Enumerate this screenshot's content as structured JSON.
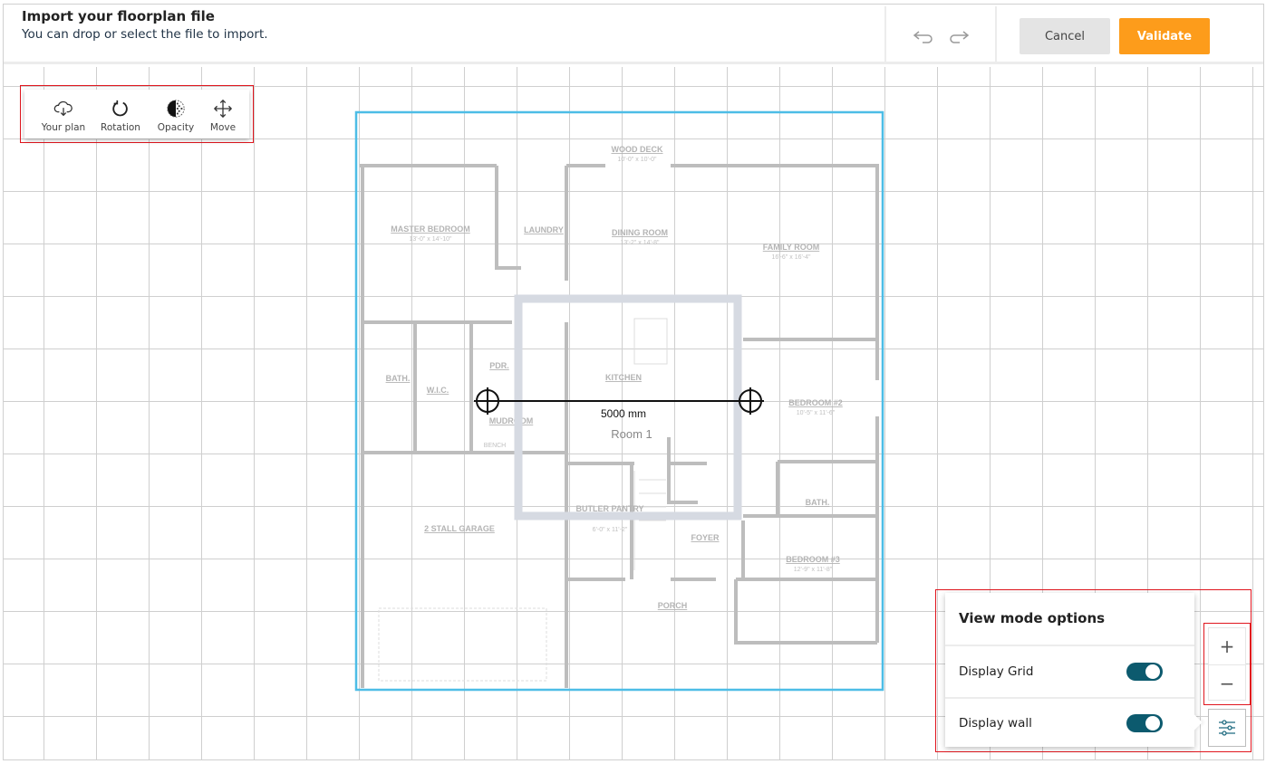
{
  "header": {
    "title": "Import your floorplan file",
    "subtitle": "You can drop or select the file to import.",
    "undo_icon": "undo-icon",
    "redo_icon": "redo-icon",
    "cancel_label": "Cancel",
    "validate_label": "Validate"
  },
  "toolbar": {
    "items": [
      {
        "label": "Your plan",
        "icon": "cloud-upload-icon"
      },
      {
        "label": "Rotation",
        "icon": "rotate-icon"
      },
      {
        "label": "Opacity",
        "icon": "opacity-icon"
      },
      {
        "label": "Move",
        "icon": "move-icon"
      }
    ]
  },
  "plan": {
    "rooms": [
      {
        "name": "WOOD DECK",
        "dim": "10'-0\" x 10'-0\""
      },
      {
        "name": "MASTER BEDROOM",
        "dim": "13'-0\" x 14'-10\""
      },
      {
        "name": "LAUNDRY",
        "dim": ""
      },
      {
        "name": "DINING ROOM",
        "dim": "13'-2\" x 14'-8\""
      },
      {
        "name": "FAMILY ROOM",
        "dim": "16'-6\" x 16'-4\""
      },
      {
        "name": "PDR.",
        "dim": ""
      },
      {
        "name": "BATH.",
        "dim": ""
      },
      {
        "name": "W.I.C.",
        "dim": ""
      },
      {
        "name": "MUDROOM",
        "dim": ""
      },
      {
        "name": "BENCH",
        "dim": ""
      },
      {
        "name": "KITCHEN",
        "dim": ""
      },
      {
        "name": "BEDROOM #2",
        "dim": "10'-5\" x 11'-6\""
      },
      {
        "name": "BATH.",
        "dim": ""
      },
      {
        "name": "2 STALL GARAGE",
        "dim": ""
      },
      {
        "name": "BUTLER PANTRY",
        "dim": "6'-0\" x 11'-2\""
      },
      {
        "name": "FOYER",
        "dim": ""
      },
      {
        "name": "BEDROOM #3",
        "dim": "12'-9\" x 11'-8\""
      },
      {
        "name": "PORCH",
        "dim": ""
      }
    ],
    "room_label": "Room 1",
    "measurement": "5000 mm"
  },
  "view_options": {
    "title": "View mode options",
    "display_grid_label": "Display Grid",
    "display_grid": true,
    "display_wall_label": "Display wall",
    "display_wall": true
  },
  "zoom": {
    "in": "+",
    "out": "−"
  },
  "colors": {
    "accent": "#fd9c1b",
    "toggle": "#0c5a6e",
    "selection": "#4dbde6",
    "highlight": "#e0161e"
  }
}
